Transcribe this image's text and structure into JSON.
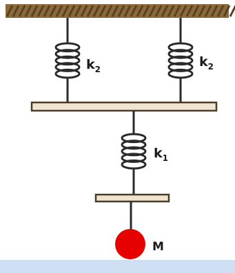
{
  "springs": {
    "upper_left": {
      "label": "k",
      "subscript": "2"
    },
    "upper_right": {
      "label": "k",
      "subscript": "2"
    },
    "lower": {
      "label": "k",
      "subscript": "1"
    }
  },
  "mass": {
    "label": "M",
    "color": "#e60000"
  },
  "colors": {
    "ceiling": "#8a6a3a",
    "ceiling_hatch": "#5a4020",
    "beam": "#efe4cf",
    "beam_edge": "#4a3a28",
    "wire": "#2a2a2a",
    "bottom_bar": "#cfe0f4"
  }
}
